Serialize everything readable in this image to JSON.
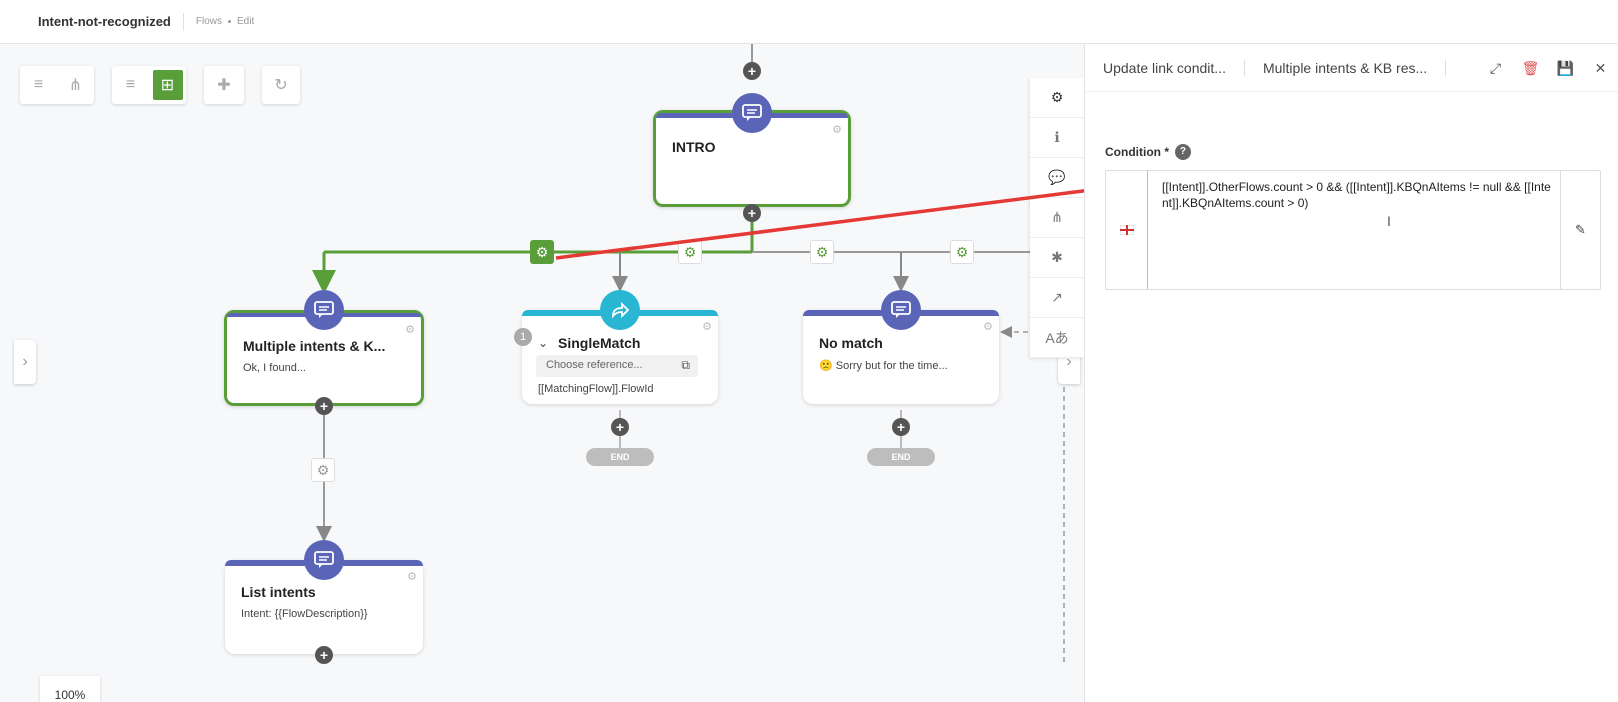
{
  "header": {
    "title": "Intent-not-recognized",
    "crumb_flows": "Flows",
    "crumb_edit": "Edit"
  },
  "toolbar": {
    "zoom": "100%"
  },
  "nodes": {
    "intro": {
      "title": "INTRO"
    },
    "multiple": {
      "title": "Multiple intents & K...",
      "sub": "Ok, I found..."
    },
    "single": {
      "title": "SingleMatch",
      "badge": "1",
      "select_placeholder": "Choose reference...",
      "sub": "[[MatchingFlow]].FlowId"
    },
    "nomatch": {
      "title": "No match",
      "sub": "🙁 Sorry but for the time..."
    },
    "list": {
      "title": "List intents",
      "sub": "Intent: {{FlowDescription}}"
    }
  },
  "end_label": "END",
  "panel": {
    "tab1": "Update link condit...",
    "tab2": "Multiple intents & KB res...",
    "condition_label": "Condition *",
    "help": "?",
    "condition_value": "[[Intent]].OtherFlows.count > 0 && ([[Intent]].KBQnAItems != null && [[Intent]].KBQnAItems.count > 0)"
  },
  "colors": {
    "accent_green": "#5a9e3a",
    "node_purple": "#5b65b8",
    "node_teal": "#29b6d2",
    "arrow_red": "#e53935"
  },
  "icons": [
    "chat-icon",
    "share-icon",
    "gear-icon",
    "plus-icon",
    "info-icon",
    "bug-icon",
    "chart-icon",
    "translate-icon",
    "expand-icon",
    "trash-icon",
    "save-icon",
    "close-icon",
    "pencil-icon",
    "flag-icon",
    "chevron-right-icon"
  ]
}
